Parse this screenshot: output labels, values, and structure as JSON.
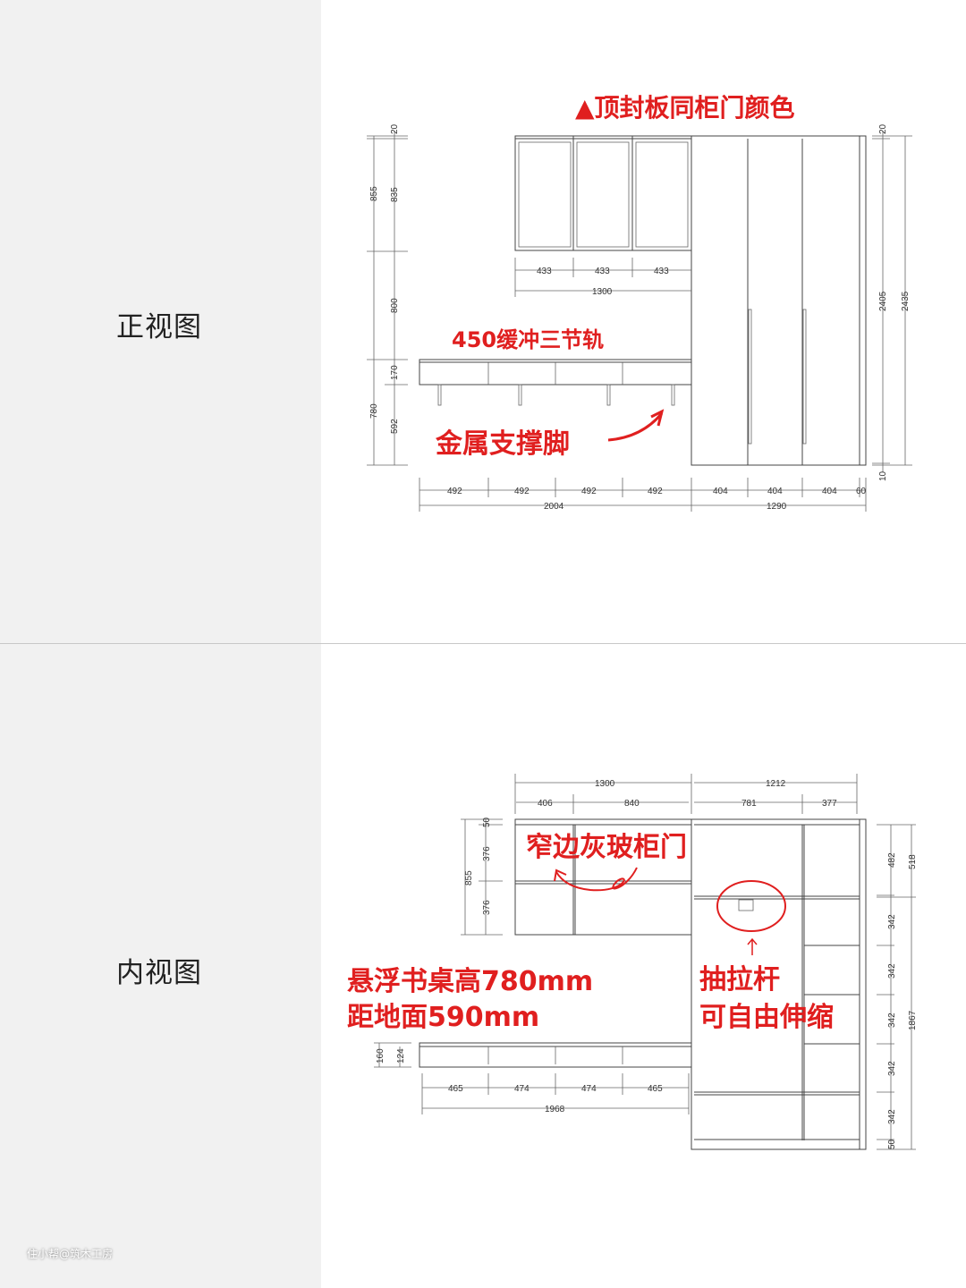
{
  "labels": {
    "front_view": "正视图",
    "inner_view": "内视图"
  },
  "watermark": "住小帮@筑木工房",
  "colors": {
    "annotation": "#e01f1f",
    "left_panel": "#f1f1f1"
  },
  "front": {
    "notes": {
      "top_panel": "▲顶封板同柜门颜色",
      "rail": "450缓冲三节轨",
      "legs": "金属支撑脚"
    },
    "dims": {
      "left_outer": [
        "855",
        "780"
      ],
      "left_inner": [
        "20",
        "835",
        "800",
        "170",
        "592"
      ],
      "upper_doors": [
        "433",
        "433",
        "433"
      ],
      "upper_total": "1300",
      "desk_drawers": [
        "492",
        "492",
        "492",
        "492"
      ],
      "tall_doors": [
        "404",
        "404",
        "404",
        "60"
      ],
      "desk_total": "2004",
      "tall_total": "1290",
      "right_inner": [
        "20",
        "2405",
        "10"
      ],
      "right_outer": "2435"
    }
  },
  "inner": {
    "notes": {
      "glass_door": "窄边灰玻柜门",
      "desk_line1": "悬浮书桌高780mm",
      "desk_line2": "距地面590mm",
      "rod_line1": "抽拉杆",
      "rod_line2": "可自由伸缩"
    },
    "dims": {
      "top_totals": [
        "1300",
        "1212"
      ],
      "top_parts": [
        "406",
        "840",
        "781",
        "377"
      ],
      "left_outer": "855",
      "left_inner": [
        "50",
        "376",
        "376"
      ],
      "desk_height": [
        "160",
        "124"
      ],
      "desk_parts": [
        "465",
        "474",
        "474",
        "465"
      ],
      "desk_total": "1968",
      "right_inner": [
        "482",
        "342",
        "342",
        "342",
        "342",
        "342",
        "50"
      ],
      "right_outer": [
        "518",
        "1867"
      ]
    }
  }
}
